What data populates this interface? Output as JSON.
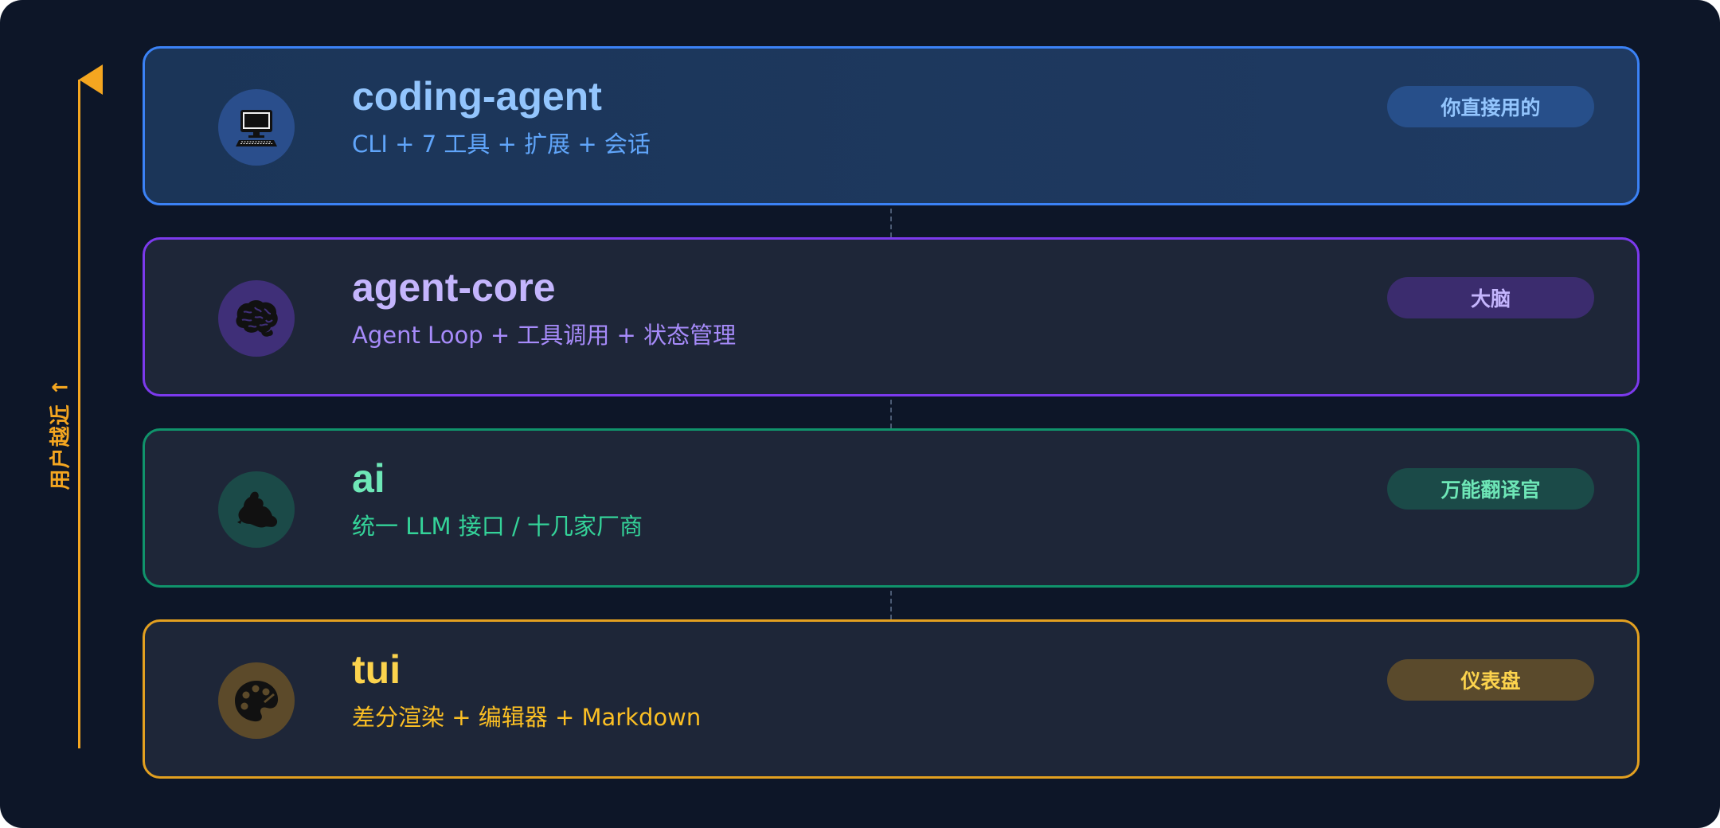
{
  "axis": {
    "label": "用户越近 ↑",
    "color": "#f4a620"
  },
  "layers": [
    {
      "name": "coding-agent",
      "description": "CLI + 7 工具 + 扩展 + 会话",
      "badge": "你直接用的",
      "icon": "computer-icon",
      "accent": "#3b82f6"
    },
    {
      "name": "agent-core",
      "description": "Agent Loop + 工具调用 + 状态管理",
      "badge": "大脑",
      "icon": "brain-icon",
      "accent": "#7c3aed"
    },
    {
      "name": "ai",
      "description": "统一 LLM 接口 / 十几家厂商",
      "badge": "万能翻译官",
      "icon": "globe-icon",
      "accent": "#10936b"
    },
    {
      "name": "tui",
      "description": "差分渲染 + 编辑器 + Markdown",
      "badge": "仪表盘",
      "icon": "palette-icon",
      "accent": "#e3a020"
    }
  ]
}
